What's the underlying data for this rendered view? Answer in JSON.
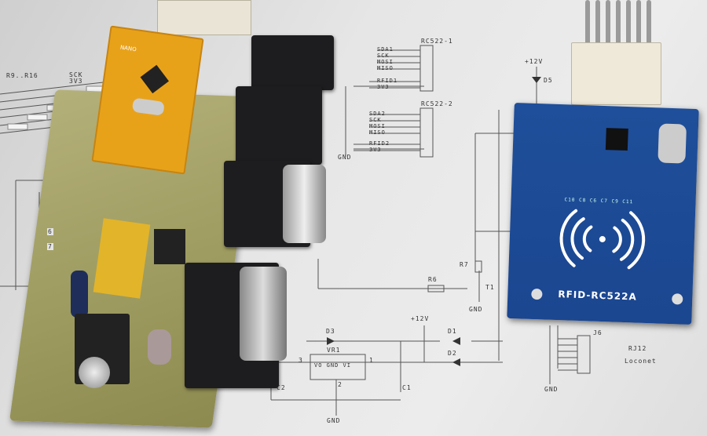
{
  "schematic": {
    "r_range": "R9..R16",
    "sck": "SCK",
    "v33": "3V3",
    "rc522_1": {
      "title": "RC522-1",
      "pins": [
        "SDA1",
        "SCK",
        "MOSI",
        "MISO",
        "RFID1",
        "3V3"
      ]
    },
    "rc522_2": {
      "title": "RC522-2",
      "pins": [
        "SDA2",
        "SCK",
        "MOSI",
        "MISO",
        "RFID2",
        "3V3"
      ]
    },
    "gnd": "GND",
    "v12": "+12V",
    "d5": "D5",
    "r7": "R7",
    "r6": "R6",
    "t1": "T1",
    "d3": "D3",
    "vr1": "VR1",
    "vr_pins": "VO GND VI",
    "d1": "D1",
    "d2": "D2",
    "c1": "C1",
    "c2": "C2",
    "j6": "J6",
    "rj12": "RJ12",
    "loconet": "Loconet",
    "pin6": "6",
    "pin7": "7",
    "pin3": "3",
    "pin1": "1",
    "pin2": "2"
  },
  "board": {
    "nano_label": "NANO"
  },
  "module": {
    "label": "RFID-RC522A",
    "caps": "C10 C8 C6 C7 C9 C11"
  }
}
